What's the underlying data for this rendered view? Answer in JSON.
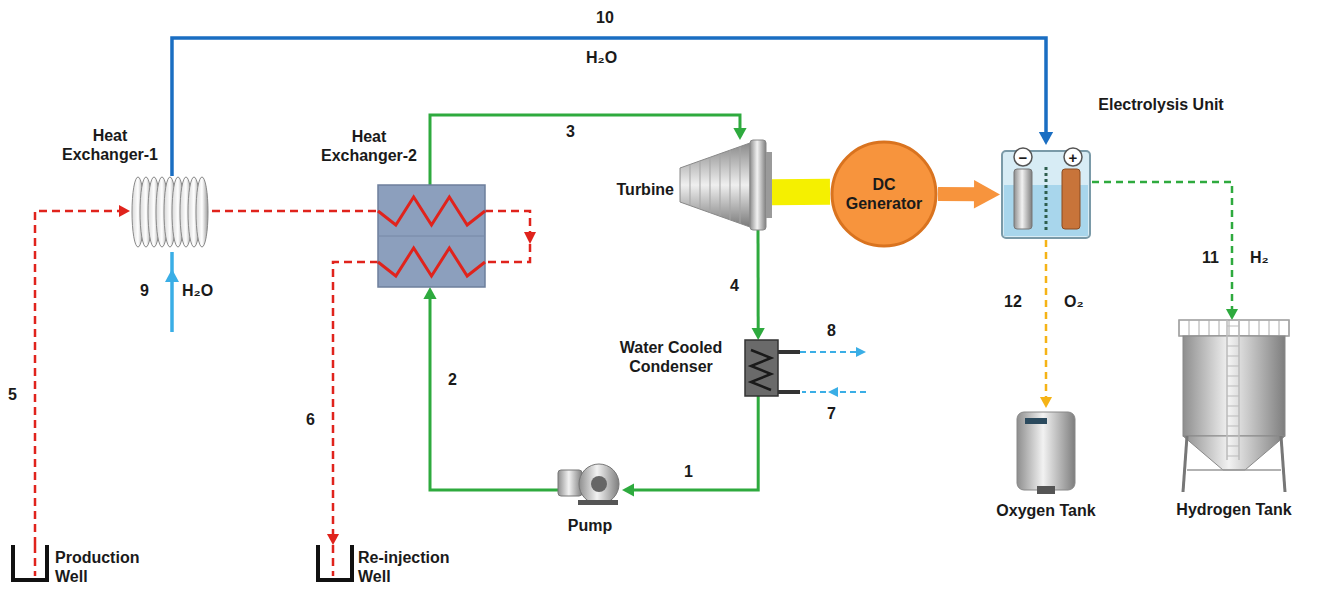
{
  "diagram": {
    "nodes": [
      {
        "text": [
          "Heat Exchanger-1"
        ]
      },
      {
        "text": [
          "Heat Exchanger-2"
        ]
      },
      {
        "text": [
          "Turbine"
        ]
      },
      {
        "text": [
          "DC Generator"
        ]
      },
      {
        "text": [
          "Electrolysis Unit"
        ]
      },
      {
        "text": [
          "Water Cooled Condenser"
        ]
      },
      {
        "text": [
          "Oxygen Tank"
        ]
      },
      {
        "text": [
          "Hydrogen Tank"
        ]
      },
      {
        "text": [
          "Pump"
        ]
      },
      {
        "text": [
          "Production Well"
        ]
      },
      {
        "text": [
          "Re-injection Well"
        ]
      }
    ],
    "edges": [
      {
        "from": 9,
        "to": 0,
        "label": "5",
        "arrow": "to"
      },
      {
        "from": 0,
        "to": 1,
        "arrow": "none"
      },
      {
        "from": 1,
        "to": 10,
        "label": "6",
        "arrow": "to"
      },
      {
        "from": 0,
        "to": 4,
        "label": "10",
        "arrow": "to"
      },
      {
        "from": 1,
        "to": 2,
        "label": "3",
        "arrow": "to"
      },
      {
        "from": 2,
        "to": 5,
        "label": "4",
        "arrow": "to"
      },
      {
        "from": 5,
        "to": 8,
        "label": "1",
        "arrow": "to"
      },
      {
        "from": 8,
        "to": 1,
        "label": "2",
        "arrow": "to"
      },
      {
        "from": 2,
        "to": 3,
        "arrow": "none"
      },
      {
        "from": 3,
        "to": 4,
        "arrow": "to"
      },
      {
        "from": 4,
        "to": 7,
        "label": "11",
        "arrow": "to"
      },
      {
        "from": 4,
        "to": 6,
        "label": "12",
        "arrow": "to"
      }
    ],
    "labels": [
      "9",
      "H₂O",
      "H₂O",
      "−",
      "+",
      "H₂",
      "O₂",
      "8",
      "7"
    ]
  }
}
